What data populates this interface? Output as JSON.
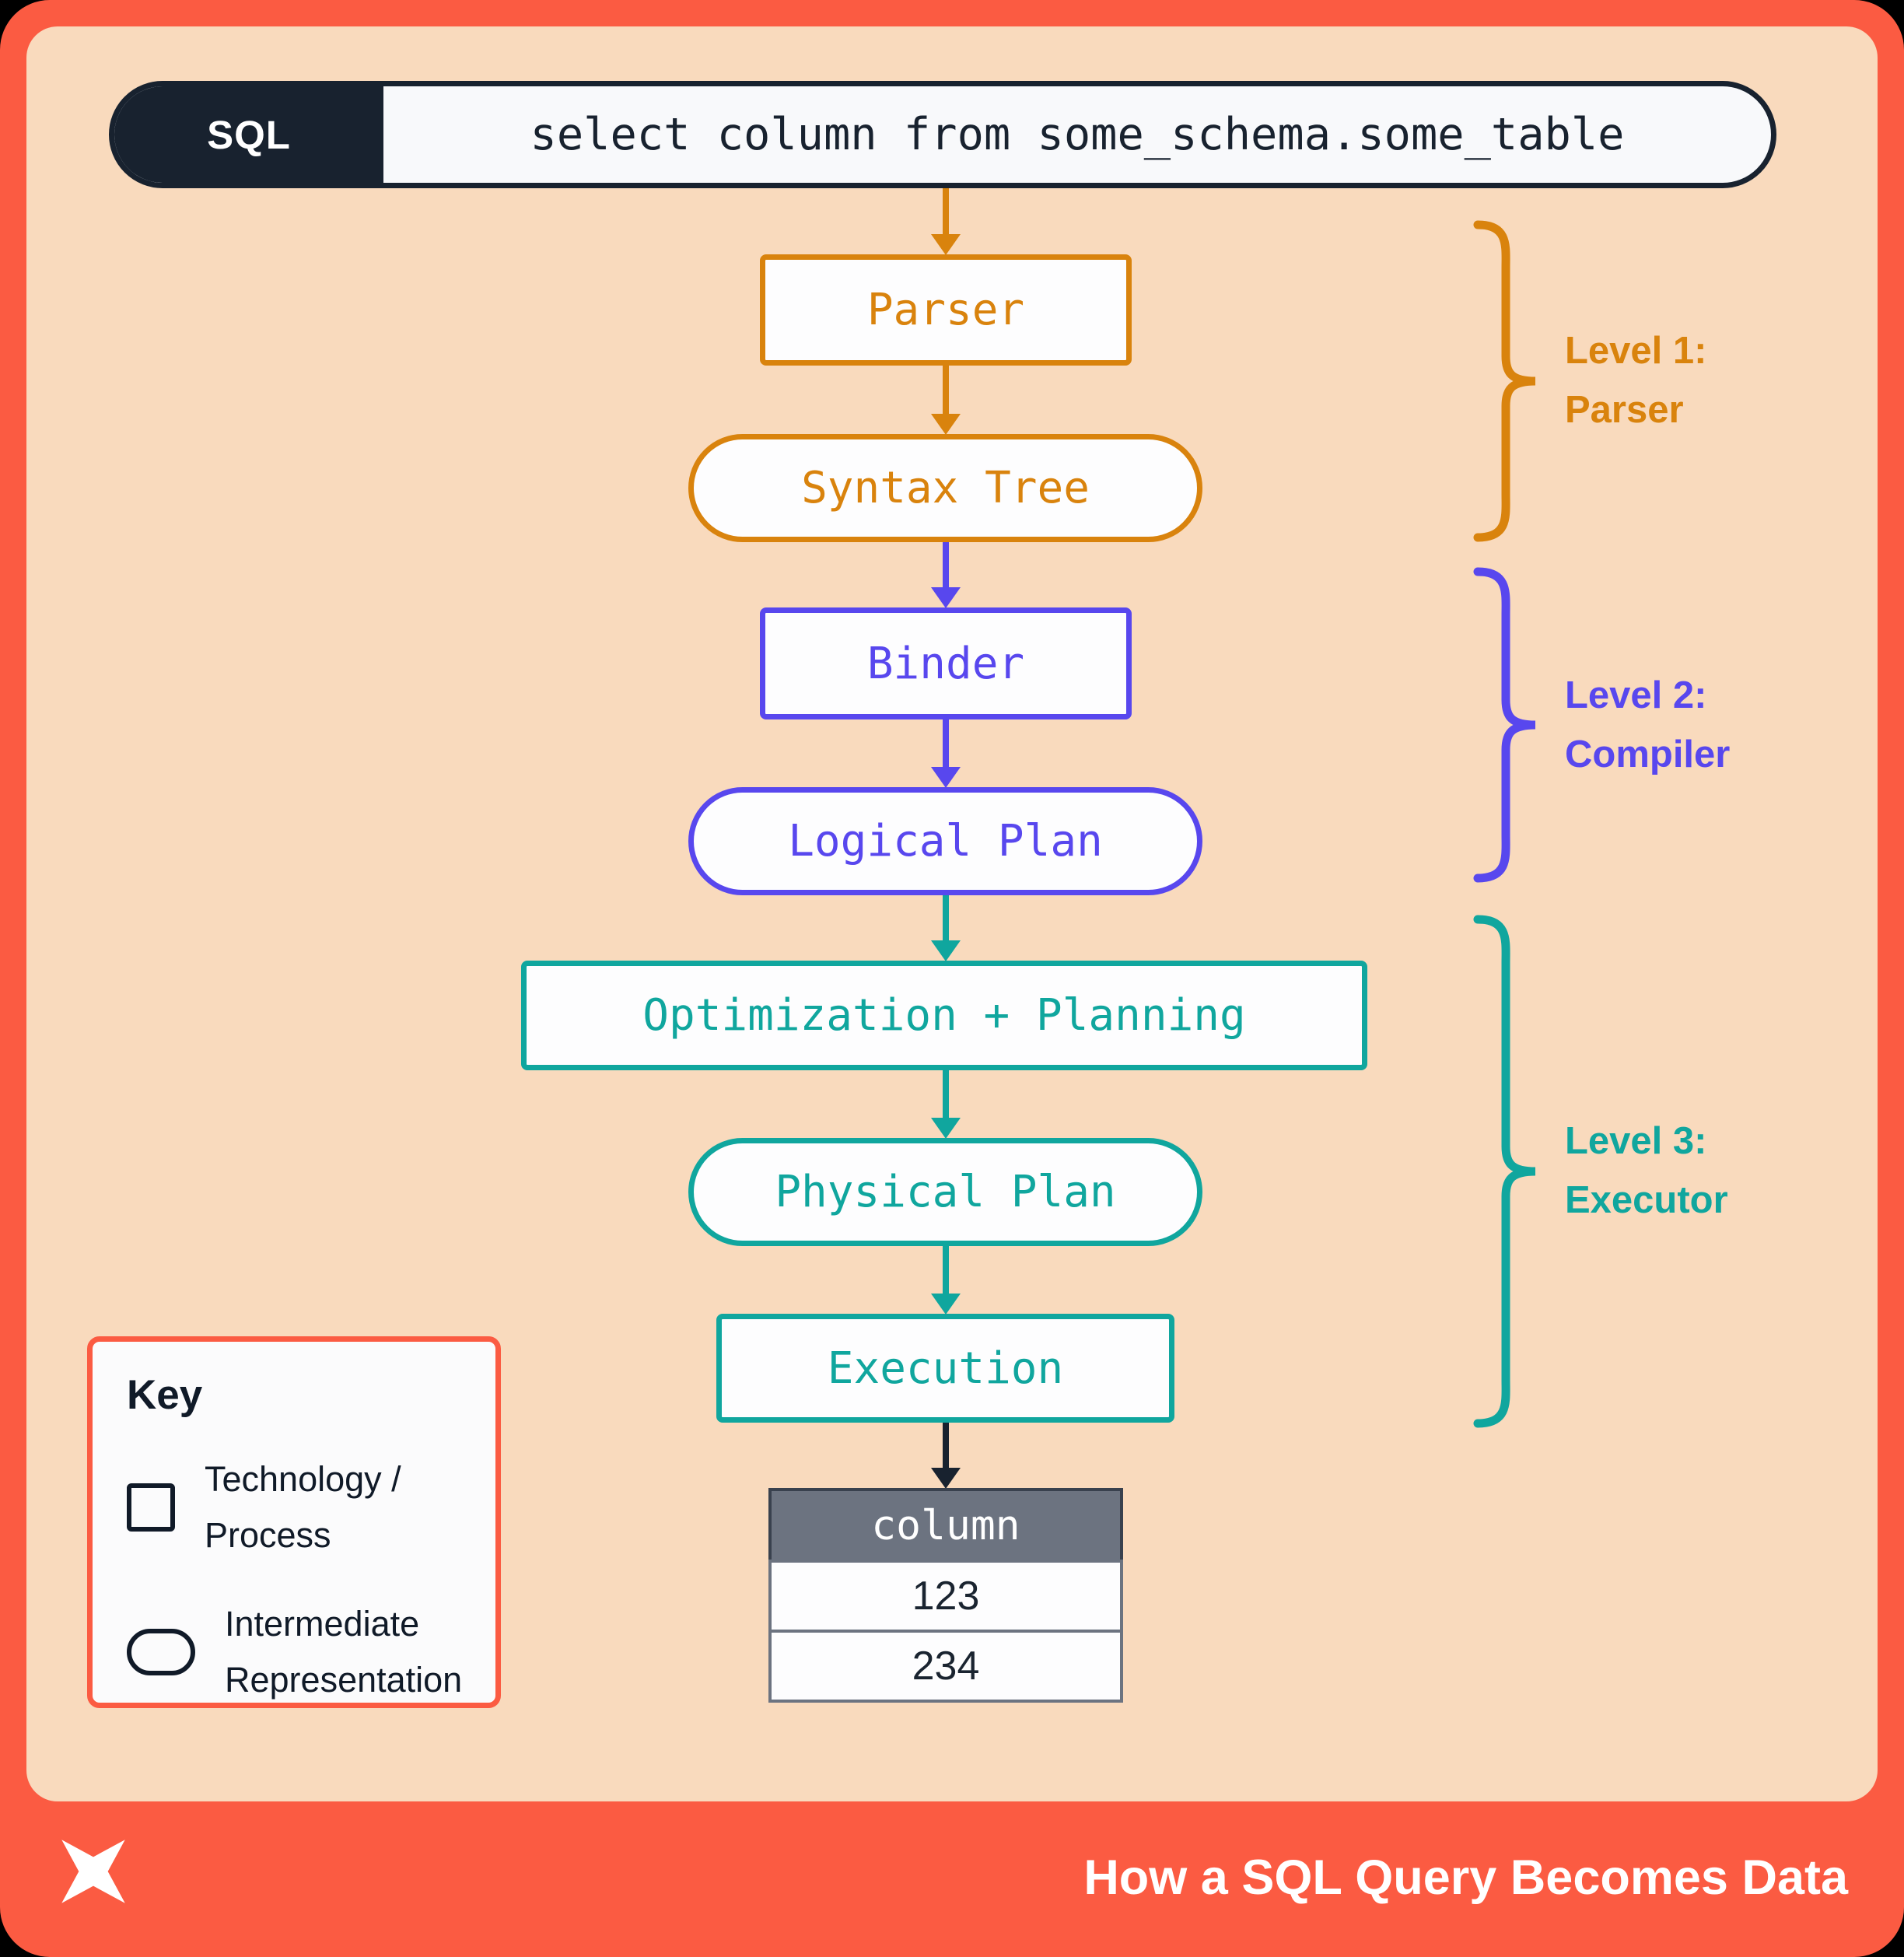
{
  "sql_bar": {
    "badge": "SQL",
    "query": "select column from some_schema.some_table"
  },
  "nodes": {
    "parser": "Parser",
    "syntax_tree": "Syntax Tree",
    "binder": "Binder",
    "logical_plan": "Logical Plan",
    "optimization_planning": "Optimization + Planning",
    "physical_plan": "Physical Plan",
    "execution": "Execution"
  },
  "levels": [
    {
      "line1": "Level 1:",
      "line2": "Parser"
    },
    {
      "line1": "Level 2:",
      "line2": "Compiler"
    },
    {
      "line1": "Level 3:",
      "line2": "Executor"
    }
  ],
  "result_table": {
    "header": "column",
    "rows": [
      "123",
      "234"
    ]
  },
  "key": {
    "title": "Key",
    "items": [
      {
        "line1": "Technology /",
        "line2": "Process"
      },
      {
        "line1": "Intermediate",
        "line2": "Representation"
      }
    ]
  },
  "footer": {
    "title": "How a SQL Query Becomes Data"
  },
  "colors": {
    "frame": "#FB5B42",
    "panel": "#F9DABD",
    "dark": "#18222F",
    "level1": "#D9830D",
    "level2": "#5847EE",
    "level3": "#10A69E",
    "table_header_bg": "#6C7380"
  }
}
